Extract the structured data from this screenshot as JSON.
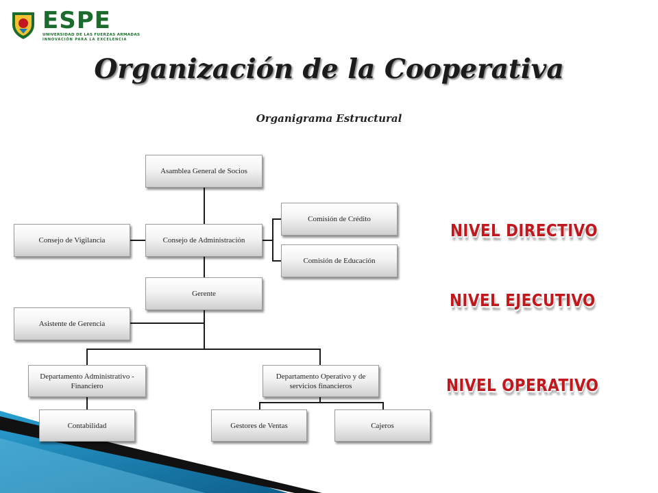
{
  "logo": {
    "name": "ESPE",
    "line1": "UNIVERSIDAD DE LAS FUERZAS ARMADAS",
    "line2": "INNOVACIÓN PARA LA EXCELENCIA"
  },
  "title": "Organización de la Cooperativa",
  "subtitle": "Organigrama Estructural",
  "org": {
    "asamblea": "Asamblea General de Socios",
    "consejo_admin": "Consejo de Administración",
    "consejo_vigilancia": "Consejo de Vigilancia",
    "comision_credito": "Comisión de Crédito",
    "comision_educacion": "Comisión de Educación",
    "gerente": "Gerente",
    "asistente": "Asistente de Gerencia",
    "depto_admin": "Departamento Administrativo - Financiero",
    "depto_operativo": "Departamento Operativo y de servicios financieros",
    "contabilidad": "Contabilidad",
    "gestores": "Gestores de Ventas",
    "cajeros": "Cajeros"
  },
  "levels": {
    "directivo": "NIVEL DIRECTIVO",
    "ejecutivo": "NIVEL EJECUTIVO",
    "operativo": "NIVEL OPERATIVO"
  },
  "colors": {
    "level_red": "#c0181c",
    "logo_green": "#1a6b2c",
    "accent_blue": "#1a7fb0"
  }
}
